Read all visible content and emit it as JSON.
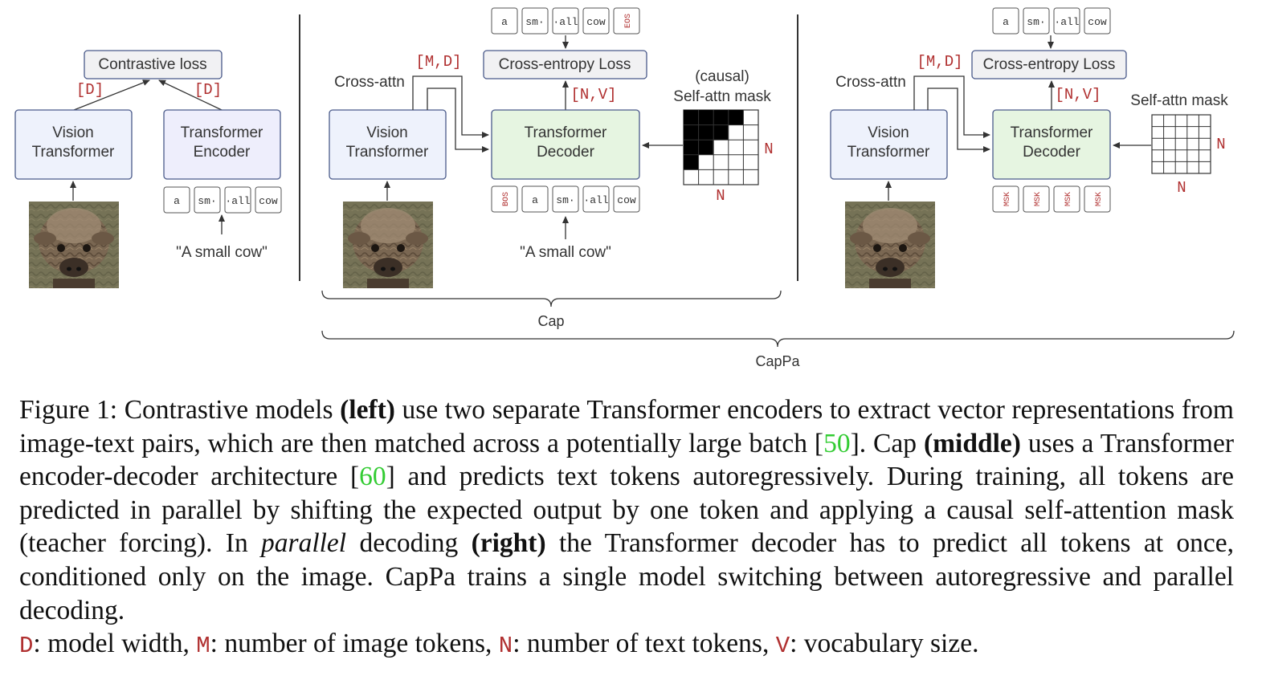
{
  "diagram": {
    "left": {
      "loss": "Contrastive loss",
      "dim_left": "[D]",
      "dim_right": "[D]",
      "vision_line1": "Vision",
      "vision_line2": "Transformer",
      "encoder_line1": "Transformer",
      "encoder_line2": "Encoder",
      "tokens": [
        "a",
        "sm·",
        "·all",
        "cow"
      ],
      "text_input": "\"A small cow\""
    },
    "middle": {
      "loss": "Cross-entropy Loss",
      "cross_attn": "Cross-attn",
      "dim_md": "[M,D]",
      "dim_nv": "[N,V]",
      "vision_line1": "Vision",
      "vision_line2": "Transformer",
      "decoder_line1": "Transformer",
      "decoder_line2": "Decoder",
      "mask_line1": "(causal)",
      "mask_line2": "Self-attn mask",
      "mask_n_right": "N",
      "mask_n_bottom": "N",
      "output_tokens": [
        "a",
        "sm·",
        "·all",
        "cow"
      ],
      "output_special": "EOS",
      "input_special": "BOS",
      "input_tokens": [
        "a",
        "sm·",
        "·all",
        "cow"
      ],
      "text_input": "\"A small cow\""
    },
    "right": {
      "loss": "Cross-entropy Loss",
      "cross_attn": "Cross-attn",
      "dim_md": "[M,D]",
      "dim_nv": "[N,V]",
      "vision_line1": "Vision",
      "vision_line2": "Transformer",
      "decoder_line1": "Transformer",
      "decoder_line2": "Decoder",
      "mask_label": "Self-attn mask",
      "mask_n_right": "N",
      "mask_n_bottom": "N",
      "output_tokens": [
        "a",
        "sm·",
        "·all",
        "cow"
      ],
      "input_tokens": [
        "MSK",
        "MSK",
        "MSK",
        "MSK"
      ]
    },
    "brace_cap": "Cap",
    "brace_cappa": "CapPa"
  },
  "caption": {
    "p1_a": "Figure 1: Contrastive models ",
    "p1_left": "(left)",
    "p1_b": " use two separate Transformer encoders to extract vector representations from image-text pairs, which are then matched across a potentially large batch [",
    "ref1": "50",
    "p1_c": "]. Cap ",
    "p1_middle": "(middle)",
    "p1_d": " uses a Transformer encoder-decoder architecture [",
    "ref2": "60",
    "p1_e": "] and predicts text tokens autoregressively. During training, all tokens are predicted in parallel by shifting the expected output by one token and applying a causal self-attention mask (teacher forcing). In ",
    "p1_parallel": "parallel",
    "p1_f": " decoding ",
    "p1_right": "(right)",
    "p1_g": " the Transformer decoder has to predict all tokens at once, conditioned only on the image. CapPa trains a single model switching between autoregressive and parallel decoding.",
    "legend_d": "D",
    "legend_d_text": ": model width, ",
    "legend_m": "M",
    "legend_m_text": ": number of image tokens, ",
    "legend_n": "N",
    "legend_n_text": ": number of text tokens, ",
    "legend_v": "V",
    "legend_v_text": ": vocabulary size."
  },
  "colors": {
    "vision_fill": "#eef2fc",
    "encoder_fill": "#eeeefc",
    "decoder_fill": "#e6f5e1",
    "loss_fill": "#f1f1f3",
    "box_stroke": "#4a5a8a",
    "dim_red": "#b03030",
    "ref_green": "#33cc33"
  }
}
